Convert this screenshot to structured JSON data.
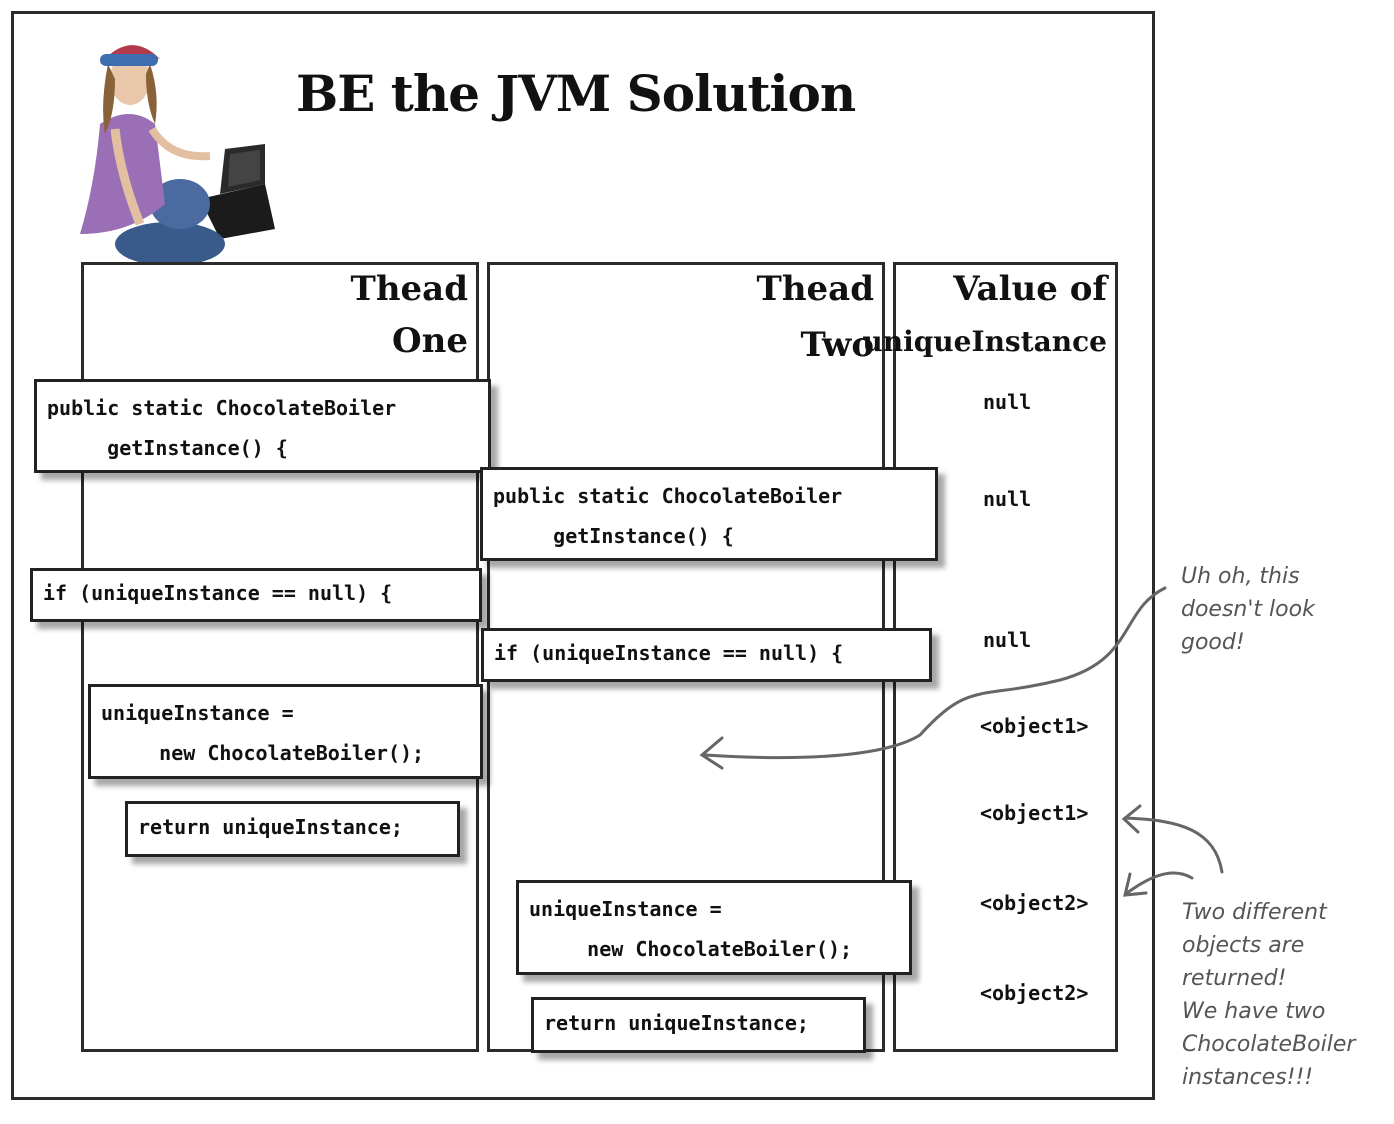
{
  "title": "BE the JVM Solution",
  "columns": {
    "thread_one": [
      "Thead",
      "One"
    ],
    "thread_two": [
      "Thead",
      "Two"
    ],
    "value": [
      "Value of",
      "uniqueInstance"
    ]
  },
  "thread_one_code": {
    "get_instance": [
      "public static ChocolateBoiler",
      "    getInstance() {"
    ],
    "if_check": "if (uniqueInstance == null) {",
    "assign": [
      "uniqueInstance =",
      "    new ChocolateBoiler();"
    ],
    "return": "return uniqueInstance;"
  },
  "thread_two_code": {
    "get_instance": [
      "public static ChocolateBoiler",
      "    getInstance() {"
    ],
    "if_check": "if (uniqueInstance == null) {",
    "assign": [
      "uniqueInstance =",
      "    new ChocolateBoiler();"
    ],
    "return": "return uniqueInstance;"
  },
  "values": [
    "null",
    "null",
    "null",
    "<object1>",
    "<object1>",
    "<object2>",
    "<object2>"
  ],
  "notes": {
    "warning": [
      "Uh oh, this",
      "doesn't look",
      "good!"
    ],
    "result": [
      "Two different",
      "objects are",
      "returned!",
      "We have two",
      "ChocolateBoiler",
      "instances!!!"
    ]
  }
}
